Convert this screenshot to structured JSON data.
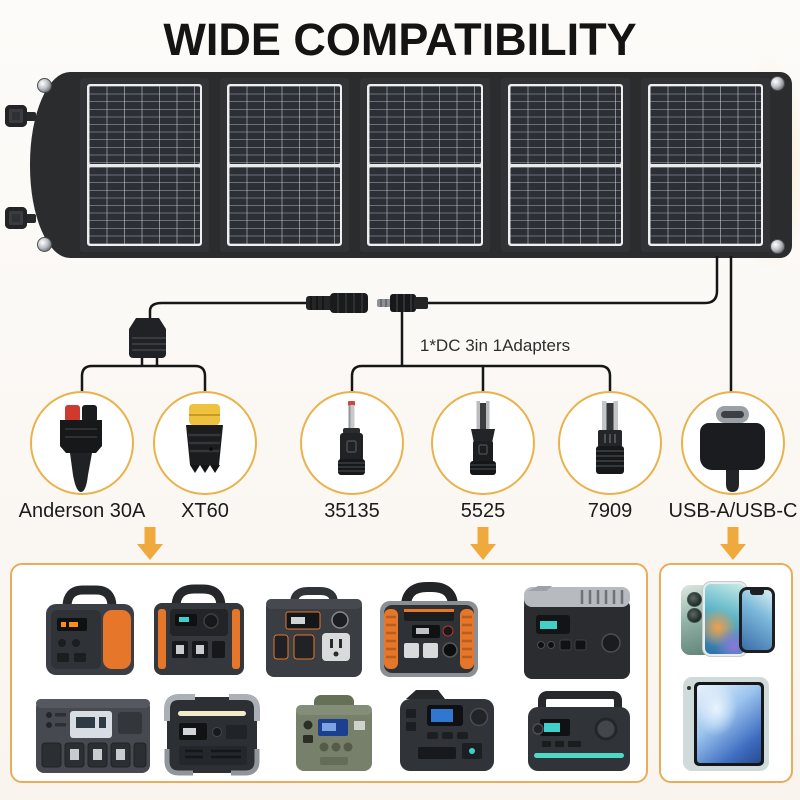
{
  "title": "WIDE COMPATIBILITY",
  "panel": {
    "type": "foldable-solar-panel",
    "sections": 5
  },
  "harness": {
    "adapter_note": "1*DC 3in 1Adapters"
  },
  "connectors": [
    {
      "label": "Anderson 30A"
    },
    {
      "label": "XT60"
    },
    {
      "label": "35135"
    },
    {
      "label": "5525"
    },
    {
      "label": "7909"
    },
    {
      "label": "USB-A/USB-C"
    }
  ],
  "colors": {
    "arrow": "#F0A93C",
    "circle_stroke": "#E9B24C",
    "box_border": "#E9AC5C",
    "wire": "#161616",
    "panel_frame": "#2B2C2E",
    "solar_cell": "#2C3036",
    "accent_orange": "#E5762A"
  },
  "left_box": {
    "devices": [
      "power-station-orange-vent",
      "power-station-orange-trim",
      "power-station-gray-compact",
      "power-station-orange-grips",
      "power-station-silver-top",
      "power-station-wide-multi-outlet",
      "power-station-silver-frame",
      "power-station-olive-green",
      "power-station-blue-screen",
      "power-station-teal-light"
    ]
  },
  "right_box": {
    "devices": [
      "smartphone-back",
      "smartphone-front",
      "smartphone-notch",
      "tablet"
    ]
  }
}
